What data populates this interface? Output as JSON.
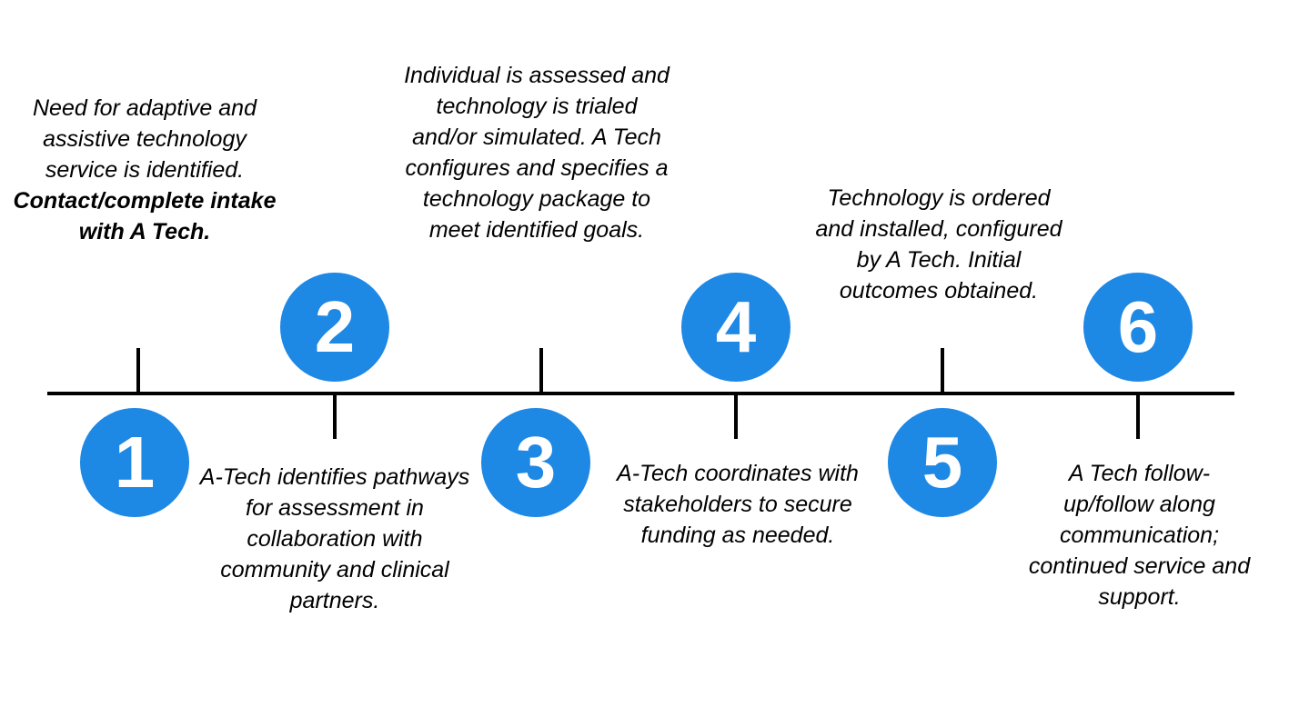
{
  "colors": {
    "circle_fill": "#1e88e5",
    "line": "#000000",
    "text": "#000000"
  },
  "steps": [
    {
      "number": "1",
      "text": "Need for adaptive and assistive technology service is identified.",
      "bold_text": "Contact/complete intake with A Tech."
    },
    {
      "number": "2",
      "text": "A-Tech identifies pathways for assessment in collaboration with community and clinical partners."
    },
    {
      "number": "3",
      "text": "Individual is assessed and technology is trialed and/or simulated. A Tech configures and specifies a technology package to meet identified goals."
    },
    {
      "number": "4",
      "text": "A-Tech coordinates with stakeholders to secure funding as needed."
    },
    {
      "number": "5",
      "text": "Technology is ordered and installed, configured by A Tech. Initial outcomes obtained."
    },
    {
      "number": "6",
      "text": "A Tech follow-up/follow along communication; continued service and support."
    }
  ]
}
